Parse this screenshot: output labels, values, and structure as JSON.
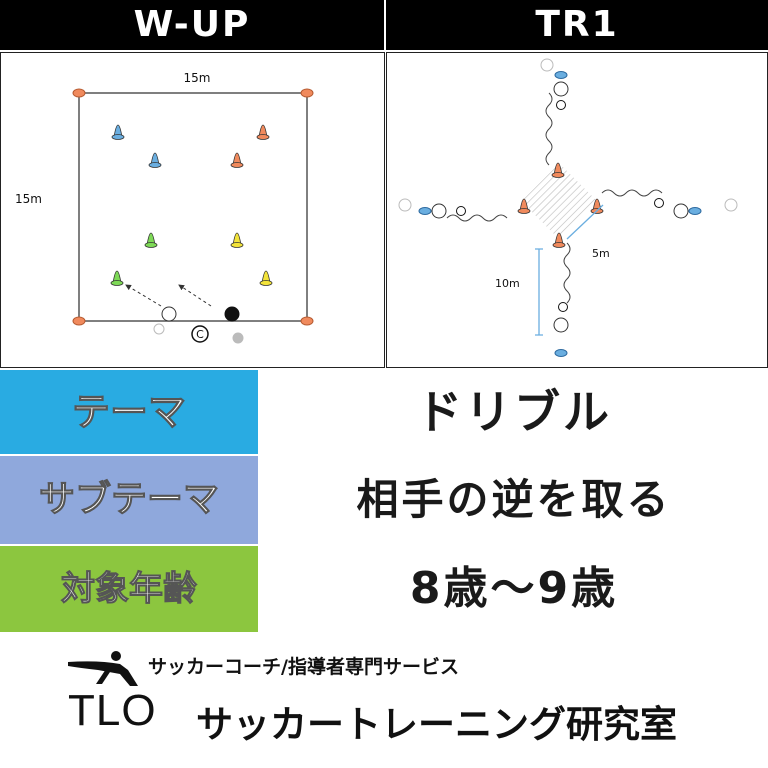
{
  "headers": {
    "left": "W-UP",
    "right": "TR1"
  },
  "wup": {
    "top_label": "15m",
    "side_label": "15m",
    "coach_label": "C"
  },
  "tr1": {
    "label_5m": "5m",
    "label_10m": "10m"
  },
  "rows": [
    {
      "label": "テーマ",
      "value": "ドリブル",
      "color": "#29abe2"
    },
    {
      "label": "サブテーマ",
      "value": "相手の逆を取る",
      "color": "#8fa8dc"
    },
    {
      "label": "対象年齢",
      "value": "8歳〜9歳",
      "color": "#8cc63f"
    }
  ],
  "footer": {
    "tagline": "サッカーコーチ/指導者専門サービス",
    "logo": "TLO",
    "lab_name": "サッカートレーニング研究室"
  },
  "colors": {
    "orange": "#f08a5d",
    "blue": "#6aaee0",
    "green": "#7ed957",
    "yellow": "#f2e33a",
    "row_bg": "#ffffff"
  }
}
